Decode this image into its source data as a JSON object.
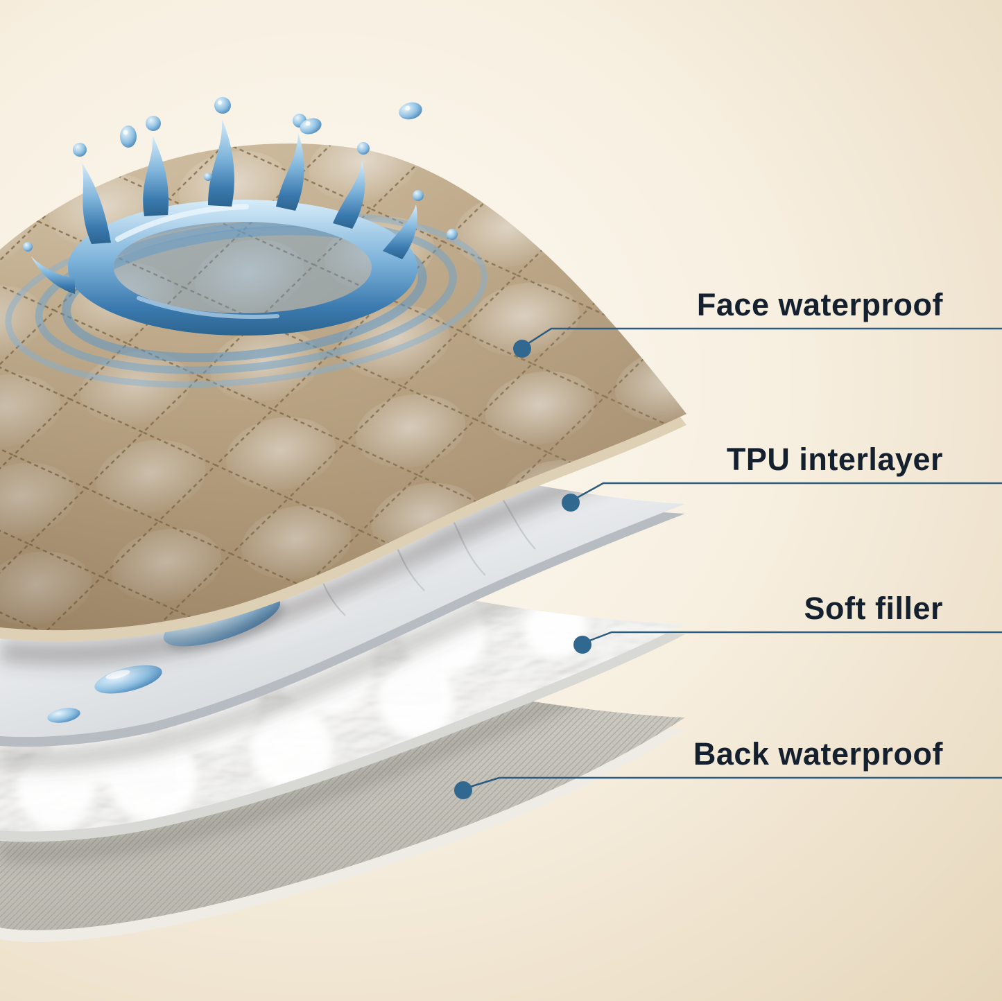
{
  "callouts": [
    {
      "label": "Face waterproof"
    },
    {
      "label": "TPU interlayer"
    },
    {
      "label": "Soft filler"
    },
    {
      "label": "Back waterproof"
    }
  ],
  "colors": {
    "background": "#f6eddd",
    "label_text": "#14202e",
    "callout_line": "#2b5b7e",
    "callout_dot": "#31688f",
    "face_fabric": "#b7a184",
    "tpu_film": "#e9ebec",
    "soft_filler": "#f2f1ee",
    "back_fabric": "#c6c4bb",
    "water": "#4a8ec2"
  }
}
